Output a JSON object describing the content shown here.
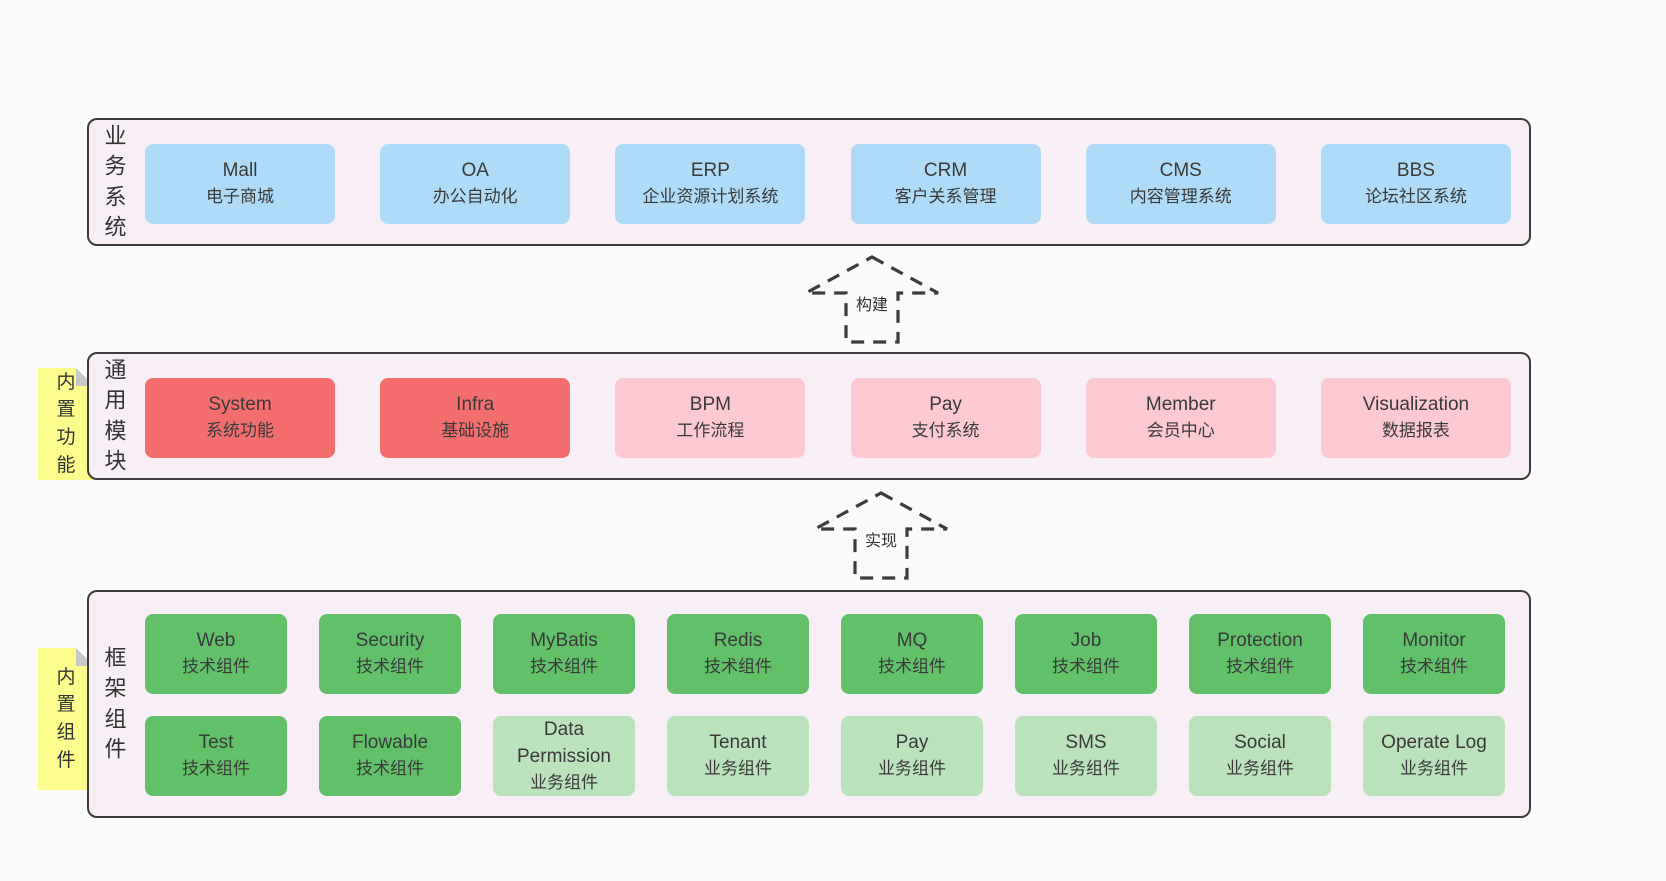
{
  "colors": {
    "page": "#fafafa",
    "panel": "#f7eef6",
    "border": "#3c3c3c",
    "text": "#3a3a3a",
    "blue": "#aedcf8",
    "red": "#f56e6e",
    "pink": "#fcc9d2",
    "green": "#62c168",
    "lightgreen": "#bae3bb",
    "yellow": "#fbfb8e",
    "fold": "#c9c9c9"
  },
  "business": {
    "label": "业务系统",
    "boxes": [
      {
        "name": "Mall",
        "desc": "电子商城",
        "variant": "blue"
      },
      {
        "name": "OA",
        "desc": "办公自动化",
        "variant": "blue"
      },
      {
        "name": "ERP",
        "desc": "企业资源计划系统",
        "variant": "blue"
      },
      {
        "name": "CRM",
        "desc": "客户关系管理",
        "variant": "blue"
      },
      {
        "name": "CMS",
        "desc": "内容管理系统",
        "variant": "blue"
      },
      {
        "name": "BBS",
        "desc": "论坛社区系统",
        "variant": "blue"
      }
    ]
  },
  "arrows": [
    {
      "label": "构建"
    },
    {
      "label": "实现"
    }
  ],
  "common": {
    "label": "通用模块",
    "sticky": "内置功能",
    "boxes": [
      {
        "name": "System",
        "desc": "系统功能",
        "variant": "red"
      },
      {
        "name": "Infra",
        "desc": "基础设施",
        "variant": "red"
      },
      {
        "name": "BPM",
        "desc": "工作流程",
        "variant": "pink"
      },
      {
        "name": "Pay",
        "desc": "支付系统",
        "variant": "pink"
      },
      {
        "name": "Member",
        "desc": "会员中心",
        "variant": "pink"
      },
      {
        "name": "Visualization",
        "desc": "数据报表",
        "variant": "pink"
      }
    ]
  },
  "framework": {
    "label": "框架组件",
    "sticky": "内置组件",
    "rows": [
      [
        {
          "name": "Web",
          "desc": "技术组件",
          "variant": "green"
        },
        {
          "name": "Security",
          "desc": "技术组件",
          "variant": "green"
        },
        {
          "name": "MyBatis",
          "desc": "技术组件",
          "variant": "green"
        },
        {
          "name": "Redis",
          "desc": "技术组件",
          "variant": "green"
        },
        {
          "name": "MQ",
          "desc": "技术组件",
          "variant": "green"
        },
        {
          "name": "Job",
          "desc": "技术组件",
          "variant": "green"
        },
        {
          "name": "Protection",
          "desc": "技术组件",
          "variant": "green"
        },
        {
          "name": "Monitor",
          "desc": "技术组件",
          "variant": "green"
        }
      ],
      [
        {
          "name": "Test",
          "desc": "技术组件",
          "variant": "green"
        },
        {
          "name": "Flowable",
          "desc": "技术组件",
          "variant": "green"
        },
        {
          "name": "Data Permission",
          "desc": "业务组件",
          "variant": "lightgreen"
        },
        {
          "name": "Tenant",
          "desc": "业务组件",
          "variant": "lightgreen"
        },
        {
          "name": "Pay",
          "desc": "业务组件",
          "variant": "lightgreen"
        },
        {
          "name": "SMS",
          "desc": "业务组件",
          "variant": "lightgreen"
        },
        {
          "name": "Social",
          "desc": "业务组件",
          "variant": "lightgreen"
        },
        {
          "name": "Operate Log",
          "desc": "业务组件",
          "variant": "lightgreen"
        }
      ]
    ]
  }
}
